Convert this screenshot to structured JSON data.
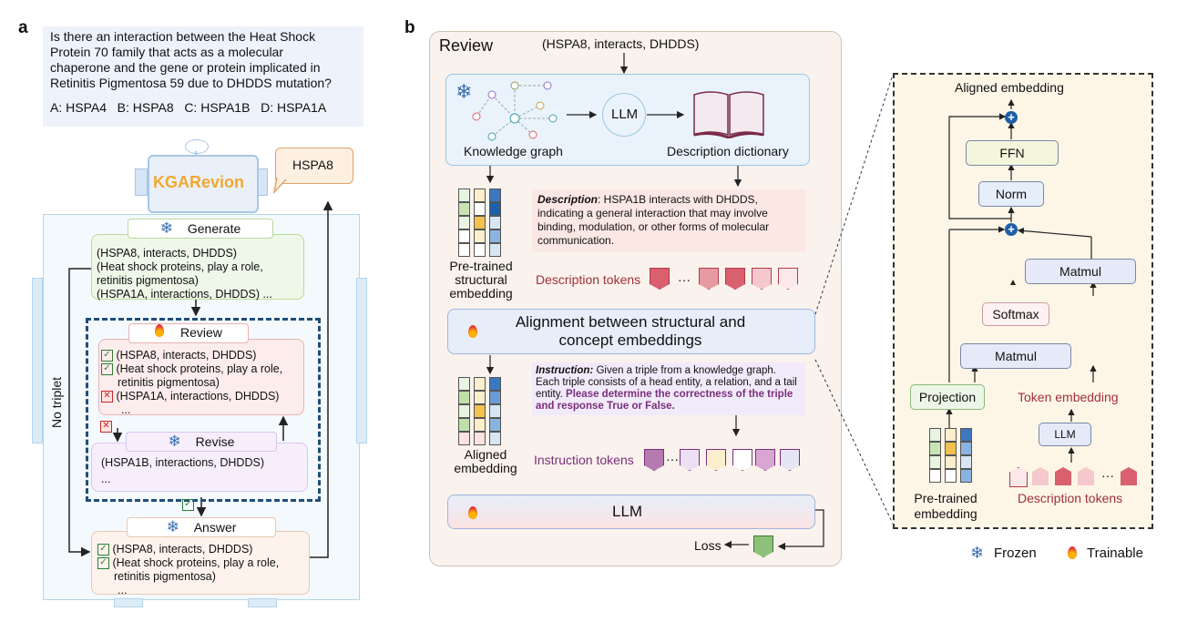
{
  "panel_a": {
    "letter": "a",
    "question_lines": [
      "Is there an interaction between the Heat Shock",
      "Protein 70 family that acts as a molecular",
      "chaperone and the gene or protein implicated in",
      "Retinitis Pigmentosa 59 due to DHDDS mutation?"
    ],
    "options": "A: HSPA4   B: HSPA8   C: HSPA1B   D: HSPA1A",
    "agent_name": "KGARevion",
    "answer_bubble": "HSPA8",
    "no_triplet": "No triplet",
    "generate": {
      "label": "Generate",
      "lines": [
        "(HSPA8, interacts, DHDDS)",
        "(Heat shock proteins, play a role,",
        "retinitis pigmentosa)",
        "(HSPA1A, interactions, DHDDS) ..."
      ]
    },
    "review": {
      "label": "Review",
      "lines": [
        "(HSPA8, interacts, DHDDS)",
        "(Heat shock proteins, play a role,",
        "retinitis pigmentosa)",
        "(HSPA1A, interactions, DHDDS)",
        "..."
      ]
    },
    "revise": {
      "label": "Revise",
      "lines": [
        "(HSPA1B, interactions, DHDDS)",
        "..."
      ]
    },
    "answer": {
      "label": "Answer",
      "lines": [
        "(HSPA8, interacts, DHDDS)",
        "(Heat shock proteins, play a role,",
        "retinitis pigmentosa)",
        "..."
      ]
    }
  },
  "panel_b": {
    "letter": "b",
    "title": "Review",
    "input_triple": "(HSPA8, interacts, DHDDS)",
    "kg_label": "Knowledge graph",
    "llm_label": "LLM",
    "dict_label": "Description dictionary",
    "desc_head": "Description",
    "desc_text": ": HSPA1B interacts with DHDDS, indicating a general interaction that may involve binding, modulation, or other forms of molecular communication.",
    "pretrained_label_lines": [
      "Pre-trained",
      "structural",
      "embedding"
    ],
    "desc_tokens_label": "Description tokens",
    "alignment_lines": [
      "Alignment between structural and",
      "concept embeddings"
    ],
    "aligned_label_lines": [
      "Aligned",
      "embedding"
    ],
    "inst_head": "Instruction:",
    "inst_text": " Given a triple from a knowledge graph. Each triple consists of a head entity, a relation, and a tail entity. ",
    "inst_bold": "Please determine the correctness of the triple and response True or False.",
    "inst_tokens_label": "Instruction tokens",
    "llm_bottom": "LLM",
    "loss_label": "Loss",
    "ellipsis": "···"
  },
  "panel_c": {
    "aligned_embedding": "Aligned embedding",
    "ffn": "FFN",
    "norm": "Norm",
    "matmul_top": "Matmul",
    "softmax": "Softmax",
    "matmul_bottom": "Matmul",
    "projection": "Projection",
    "token_embedding": "Token embedding",
    "llm": "LLM",
    "pretrained_lines": [
      "Pre-trained",
      "embedding"
    ],
    "desc_tokens": "Description tokens",
    "ellipsis": "···"
  },
  "legend": {
    "frozen": "Frozen",
    "trainable": "Trainable"
  },
  "colors": {
    "brand": "#f0a830",
    "navy": "#1f4e79",
    "token_red": "#d9606e",
    "token_purple": "#b57ab0",
    "instruction_purple": "#7b2f7b"
  }
}
